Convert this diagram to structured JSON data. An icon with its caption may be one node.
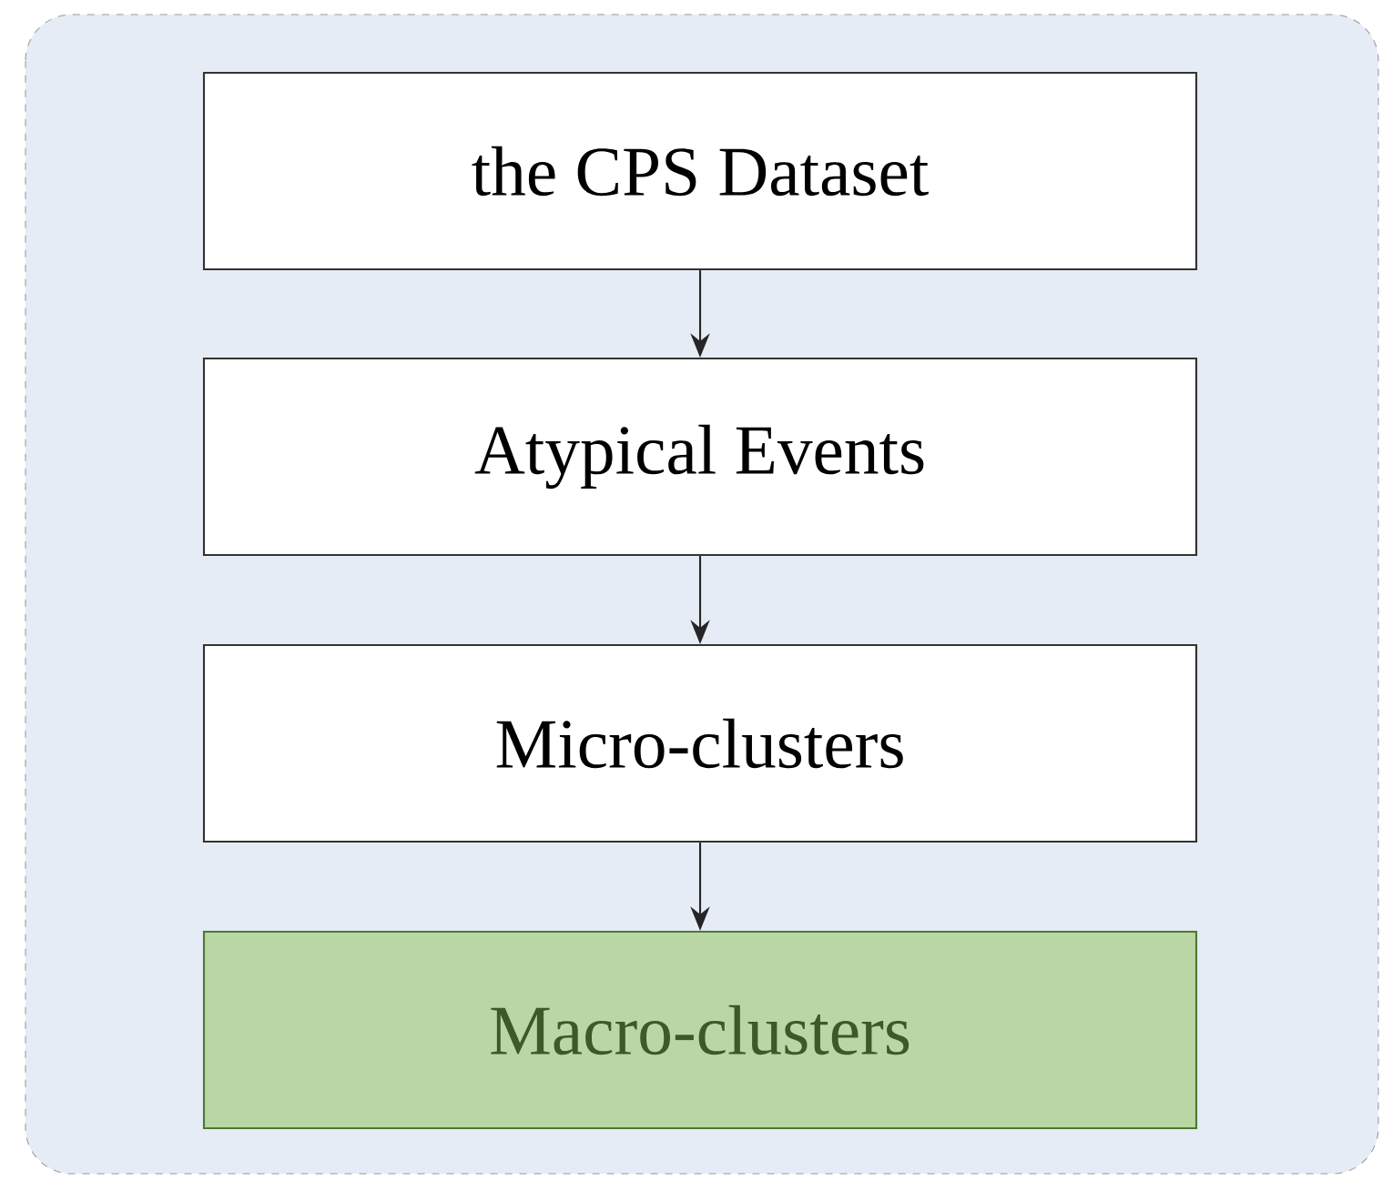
{
  "diagram": {
    "nodes": [
      {
        "text": [
          "the CPS Dataset"
        ]
      },
      {
        "text": [
          "Atypical Events"
        ]
      },
      {
        "text": [
          "Micro-clusters"
        ]
      },
      {
        "text": [
          "Macro-clusters"
        ]
      }
    ],
    "edges": [
      {
        "from": 0,
        "to": 1,
        "arrow": "to"
      },
      {
        "from": 1,
        "to": 2,
        "arrow": "to"
      },
      {
        "from": 2,
        "to": 3,
        "arrow": "to"
      }
    ]
  }
}
